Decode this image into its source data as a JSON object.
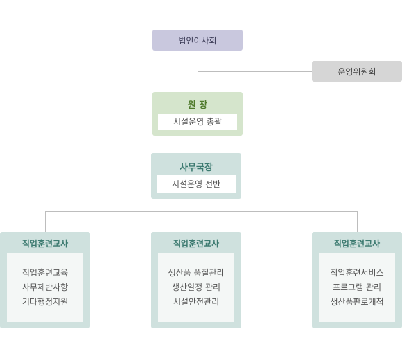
{
  "board": {
    "label": "법인이사회"
  },
  "committee": {
    "label": "운영위원회"
  },
  "director": {
    "title": "원 장",
    "duty": "시설운영 총괄"
  },
  "secretary": {
    "title": "사무국장",
    "duty": "시설운영 전반"
  },
  "teachers": [
    {
      "title": "직업훈련교사",
      "duties": [
        "직업훈련교육",
        "사무제반사항",
        "기타행정지원"
      ]
    },
    {
      "title": "직업훈련교사",
      "duties": [
        "생산품 품질관리",
        "생산일정 관리",
        "시설안전관리"
      ]
    },
    {
      "title": "직업훈련교사",
      "duties": [
        "직업훈련서비스",
        "프로그램 관리",
        "생산품판로개척"
      ]
    }
  ]
}
